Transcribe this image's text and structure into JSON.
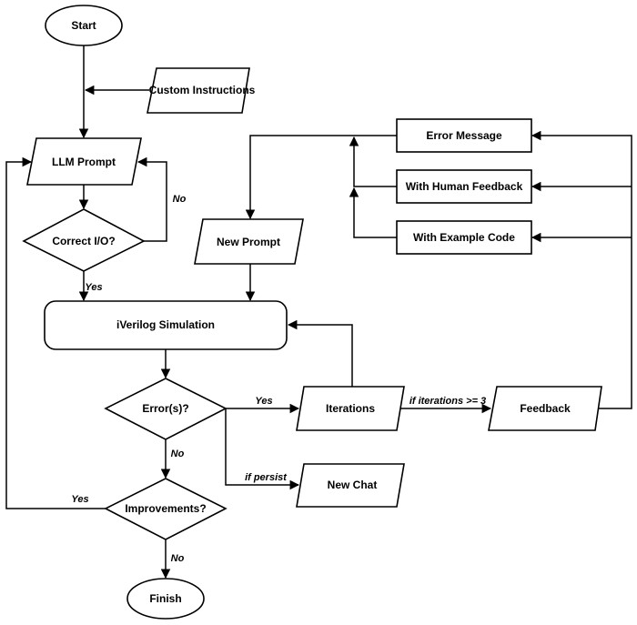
{
  "nodes": {
    "start": "Start",
    "custom_instructions": "Custom Instructions",
    "llm_prompt": "LLM Prompt",
    "correct_io": "Correct I/O?",
    "new_prompt": "New Prompt",
    "error_message": "Error Message",
    "with_human_feedback": "With Human Feedback",
    "with_example_code": "With Example Code",
    "iverilog_simulation": "iVerilog Simulation",
    "errors": "Error(s)?",
    "iterations": "Iterations",
    "feedback": "Feedback",
    "new_chat": "New Chat",
    "improvements": "Improvements?",
    "finish": "Finish"
  },
  "edges": {
    "no_correct_io": "No",
    "yes_correct_io": "Yes",
    "yes_errors": "Yes",
    "if_iterations": "if iterations >= 3",
    "if_persist": "if persist",
    "no_errors": "No",
    "yes_improvements": "Yes",
    "no_improvements": "No"
  }
}
